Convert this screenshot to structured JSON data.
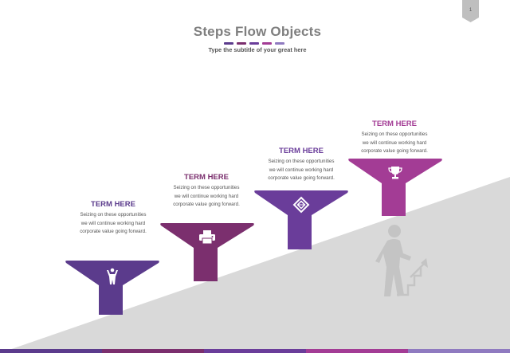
{
  "page": {
    "number": "1"
  },
  "header": {
    "title": "Steps Flow Objects",
    "subtitle": "Type the subtitle of your great here"
  },
  "colors": {
    "purple_dark": "#5b3b8c",
    "plum": "#7b2f6e",
    "violet": "#6a3d9a",
    "magenta": "#a33c95",
    "lavender": "#8f7ac0",
    "slope_gray": "#d9d9d9",
    "icon_gray": "#c4c4c4"
  },
  "steps": [
    {
      "term": "TERM HERE",
      "description_lines": [
        "Seizing on these opportunities",
        "we will continue working hard",
        "corporate value going forward."
      ],
      "icon": "person-arms-up-icon",
      "color": "#5b3b8c"
    },
    {
      "term": "TERM HERE",
      "description_lines": [
        "Seizing on these opportunities",
        "we will continue working hard",
        "corporate value going forward."
      ],
      "icon": "printer-icon",
      "color": "#7b2f6e"
    },
    {
      "term": "TERM HERE",
      "description_lines": [
        "Seizing on these opportunities",
        "we will continue working hard",
        "corporate value going forward."
      ],
      "icon": "cube-icon",
      "color": "#6a3d9a"
    },
    {
      "term": "TERM HERE",
      "description_lines": [
        "Seizing on these opportunities",
        "we will continue working hard",
        "corporate value going forward."
      ],
      "icon": "trophy-icon",
      "color": "#a33c95"
    }
  ],
  "decoration": {
    "icon": "person-climbing-stairs-icon"
  }
}
